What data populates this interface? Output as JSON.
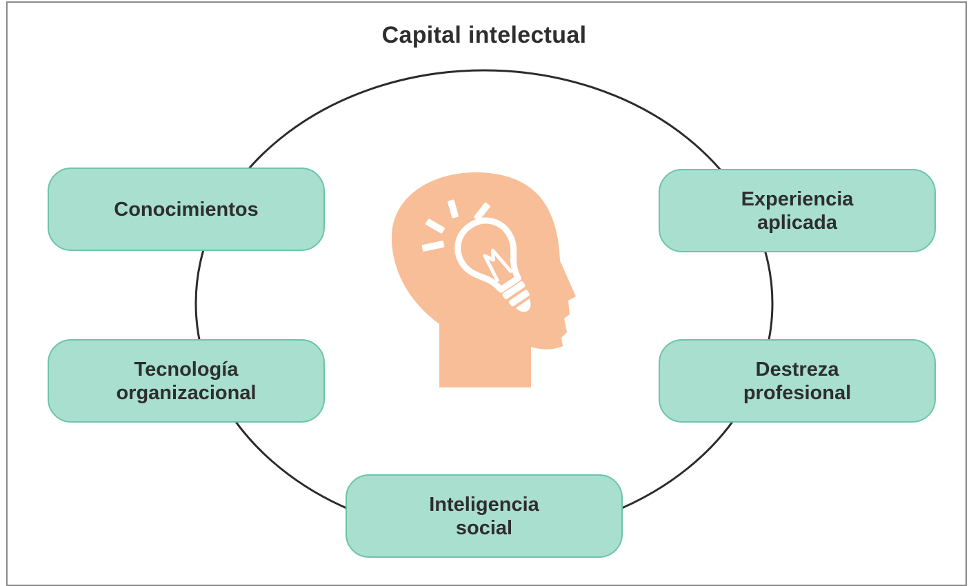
{
  "title": "Capital intelectual",
  "center_icon": "head-lightbulb-icon",
  "colors": {
    "node_fill": "#a9dfcf",
    "node_border": "#6cc4a8",
    "head_fill": "#f8be97",
    "ring": "#2b2b2b",
    "text": "#2e2e2e"
  },
  "nodes": {
    "conocimientos": {
      "line1": "Conocimientos",
      "line2": ""
    },
    "experiencia": {
      "line1": "Experiencia",
      "line2": "aplicada"
    },
    "tecnologia": {
      "line1": "Tecnología",
      "line2": "organizacional"
    },
    "destreza": {
      "line1": "Destreza",
      "line2": "profesional"
    },
    "inteligencia": {
      "line1": "Inteligencia",
      "line2": "social"
    }
  }
}
